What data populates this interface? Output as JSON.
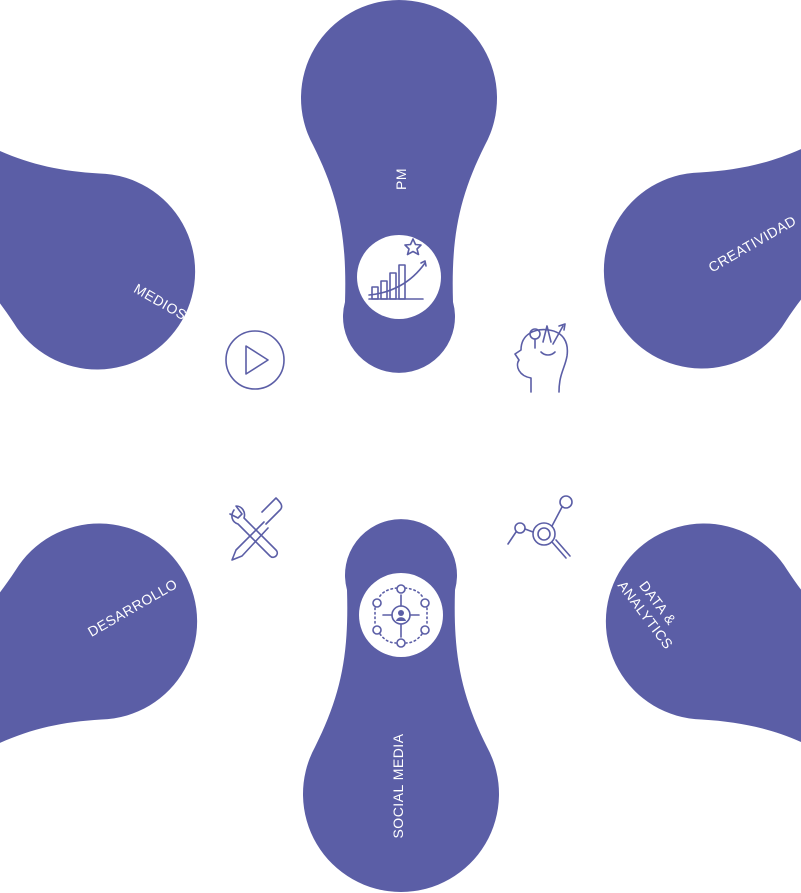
{
  "colors": {
    "petal": "#5b5ea6",
    "badge": "#ffffff",
    "label": "#ffffff"
  },
  "petals": [
    {
      "id": "pm",
      "label": "PM",
      "icon": "growth-chart-star-icon"
    },
    {
      "id": "creatividad",
      "label": "CREATIVIDAD",
      "icon": "creative-head-icon"
    },
    {
      "id": "data",
      "label_lines": [
        "DATA &",
        "ANALYTICS"
      ],
      "icon": "data-analytics-magnifier-icon"
    },
    {
      "id": "social",
      "label": "SOCIAL MEDIA",
      "icon": "social-network-icon"
    },
    {
      "id": "desarrollo",
      "label": "DESARROLLO",
      "icon": "wrench-screwdriver-icon"
    },
    {
      "id": "medios",
      "label": "MEDIOS",
      "icon": "play-button-icon"
    }
  ]
}
